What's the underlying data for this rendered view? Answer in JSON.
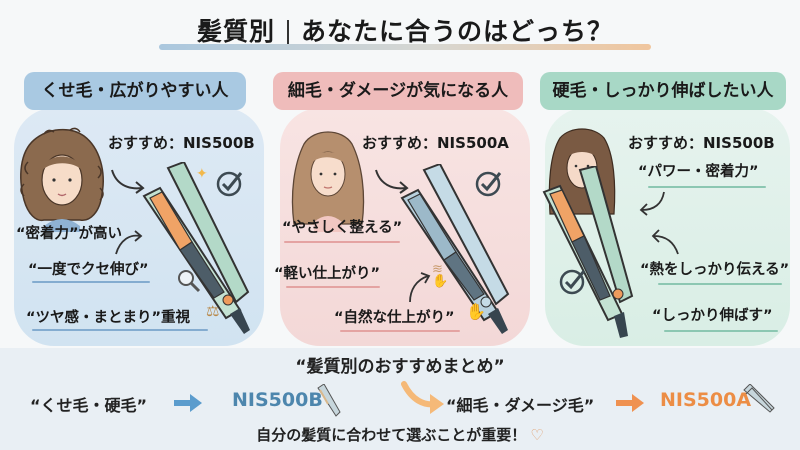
{
  "header": {
    "title_left": "髪質別",
    "title_right": "あなたに合うのはどっち？"
  },
  "panels": [
    {
      "label": "くせ毛・広がりやすい人",
      "recommend": "おすすめ：NIS500B",
      "points": [
        "“密着力”が高い",
        "“一度でクセ伸び”",
        "“ツヤ感・まとまり”重視"
      ],
      "color": "#a9c9e2",
      "bg": "#d8e7f3",
      "icons": [
        "curly-hair-woman",
        "arrow",
        "flat-iron-green",
        "sparkle",
        "checkmark",
        "magnifier",
        "scale"
      ]
    },
    {
      "label": "細毛・ダメージが気になる人",
      "recommend": "おすすめ：NIS500A",
      "points": [
        "“やさしく整える”",
        "“軽い仕上がり”",
        "“自然な仕上がり”"
      ],
      "color": "#efbcbb",
      "bg": "#f6dfde",
      "icons": [
        "fine-hair-woman",
        "arrow",
        "flat-iron-blue",
        "checkmark",
        "warm-hand",
        "raised-hand"
      ]
    },
    {
      "label": "硬毛・しっかり伸ばしたい人",
      "recommend": "おすすめ：NIS500B",
      "points": [
        "“パワー・密着力”",
        "“熱をしっかり伝える”",
        "“しっかり伸ばす”"
      ],
      "color": "#a8d8c6",
      "bg": "#e0f1ea",
      "icons": [
        "straight-hair-woman",
        "flat-iron-green",
        "arrow",
        "checkmark"
      ]
    }
  ],
  "summary": {
    "title": "“髪質別のおすすめまとめ”",
    "row1_hair": "“くせ毛・硬毛”",
    "row1_model": "NIS500B",
    "row2_hair": "“細毛・ダメージ毛”",
    "row2_model": "NIS500A",
    "note": "自分の髪質に合わせて選ぶことが重要！",
    "colors": {
      "model_b": "#4d86ad",
      "model_a": "#ec8d45"
    }
  }
}
